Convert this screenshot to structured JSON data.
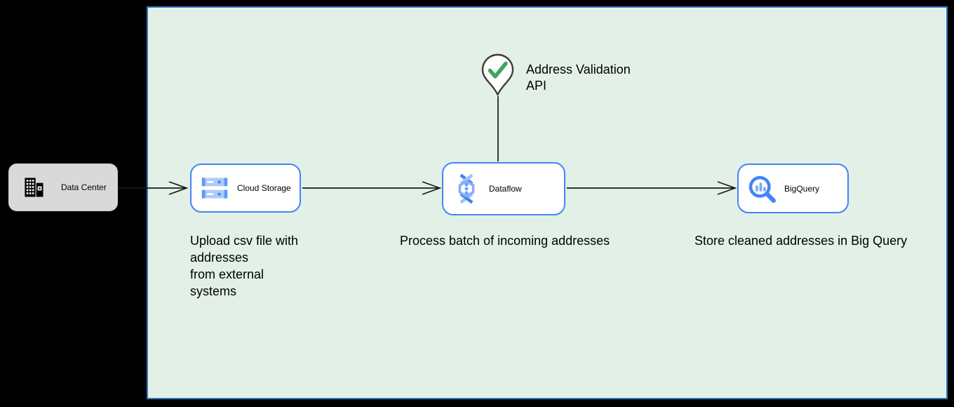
{
  "diagram": {
    "background_color": "#000000",
    "panel": {
      "fill": "#E3F0E7",
      "border_color": "#2E79BB"
    },
    "external_node": {
      "label": "Data Center",
      "fill": "#D9D9D9",
      "icon": "office-building-icon"
    },
    "nodes": [
      {
        "id": "cloud-storage",
        "label": "Cloud Storage",
        "icon": "cloud-storage-icon",
        "caption": "Upload csv file with\naddresses\nfrom external\nsystems"
      },
      {
        "id": "dataflow",
        "label": "Dataflow",
        "icon": "dataflow-icon",
        "caption": "Process batch of incoming addresses"
      },
      {
        "id": "bigquery",
        "label": "BigQuery",
        "icon": "bigquery-icon",
        "caption": "Store cleaned addresses in Big Query"
      }
    ],
    "api_node": {
      "label": "Address Validation\nAPI",
      "icon": "map-pin-check-icon",
      "check_color": "#3EA65C"
    },
    "edges": [
      {
        "from": "data-center",
        "to": "cloud-storage",
        "arrow": "open"
      },
      {
        "from": "cloud-storage",
        "to": "dataflow",
        "arrow": "open"
      },
      {
        "from": "dataflow",
        "to": "bigquery",
        "arrow": "open"
      },
      {
        "from": "address-validation-api",
        "to": "dataflow",
        "arrow": "none"
      }
    ],
    "accent_colors": {
      "node_border": "#4285F4",
      "icon_blue": "#4285F4",
      "icon_light_blue": "#AECBFA",
      "edge_color": "#1a1a1a"
    }
  }
}
